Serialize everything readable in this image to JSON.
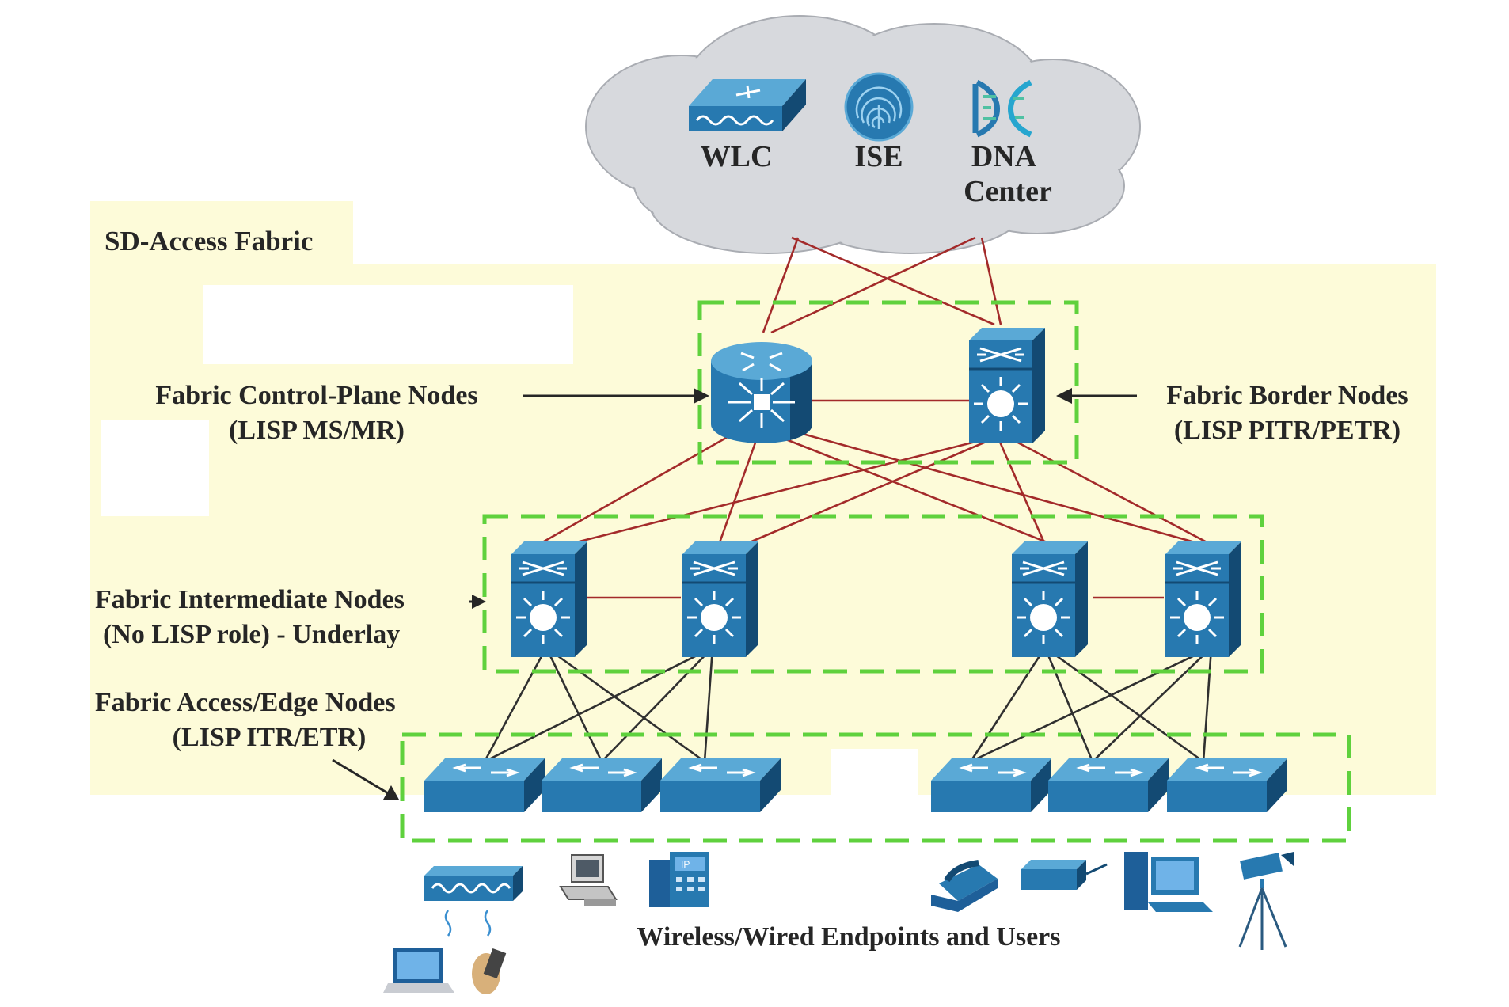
{
  "title": "SD-Access Fabric",
  "cloud": {
    "items": [
      {
        "label": "WLC",
        "icon": "wireless-lan-controller-icon"
      },
      {
        "label": "ISE",
        "icon": "fingerprint-icon"
      },
      {
        "label_line1": "DNA",
        "label_line2": "Center",
        "icon": "dna-center-icon"
      }
    ]
  },
  "layers": {
    "control_plane": {
      "line1": "Fabric Control-Plane Nodes",
      "line2": "(LISP MS/MR)"
    },
    "border": {
      "line1": "Fabric Border Nodes",
      "line2": "(LISP PITR/PETR)"
    },
    "intermediate": {
      "line1": "Fabric Intermediate Nodes",
      "line2": "(No LISP role) - Underlay"
    },
    "access_edge": {
      "line1": "Fabric Access/Edge Nodes",
      "line2": "(LISP ITR/ETR)"
    }
  },
  "endpoints": {
    "label": "Wireless/Wired Endpoints and Users",
    "icons": [
      "access-point-icon",
      "desktop-pc-icon",
      "ip-phone-icon",
      "phone-icon",
      "printer-icon",
      "workstation-icon",
      "camera-icon",
      "laptop-icon",
      "handheld-icon"
    ]
  },
  "colors": {
    "fabric_background": "#fdfbd9",
    "cloud": "#d7d9dd",
    "zone_border": "#5fd13d",
    "link_core": "#a32a2a",
    "link_access": "#303030",
    "device": "#2779b0"
  }
}
